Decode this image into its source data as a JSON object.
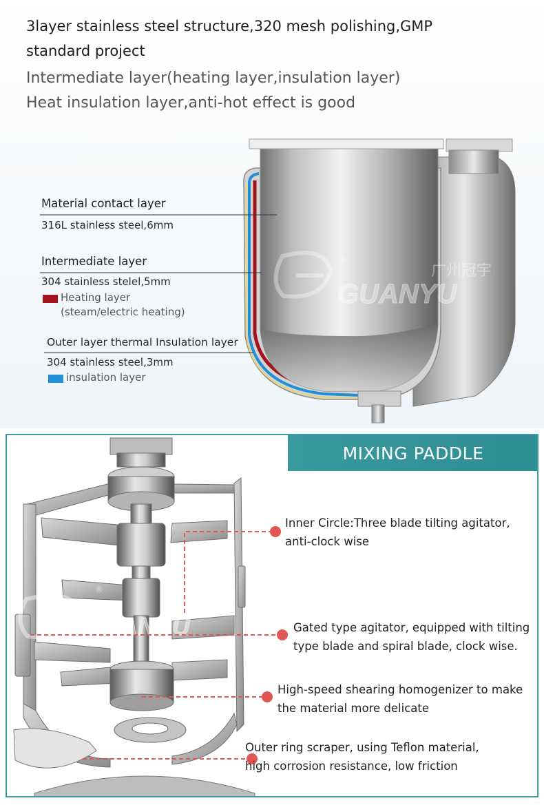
{
  "header": {
    "line1": "3layer stainless steel structure,320 mesh polishing,GMP",
    "line2": "standard project",
    "line3": "Intermediate layer(heating layer,insulation layer)",
    "line4": "Heat insulation layer,anti-hot effect is good"
  },
  "layers": {
    "material": {
      "title": "Material contact layer",
      "spec": "316L stainless steel,6mm"
    },
    "intermediate": {
      "title": "Intermediate layer",
      "spec": "304 stainless stelel,5mm",
      "legend_label": "Heating layer",
      "legend_note": "(steam/electric heating)"
    },
    "outer": {
      "title": "Outer layer thermal Insulation layer",
      "spec": "304 stainless steel,3mm",
      "legend_label": "insulation layer"
    }
  },
  "watermark": {
    "brand": "GUANYU",
    "chinese": "广州冠宇",
    "registered": "®"
  },
  "mixing": {
    "banner": "MIXING PADDLE",
    "annotations": [
      {
        "line1": "Inner Circle:Three blade tilting agitator,",
        "line2": "anti-clock wise"
      },
      {
        "line1": "Gated type agitator, equipped with tilting",
        "line2": "type blade and spiral blade, clock wise."
      },
      {
        "line1": "High-speed shearing homogenizer to make",
        "line2": "the material more delicate"
      },
      {
        "line1": "Outer ring scraper, using Teflon material,",
        "line2": "high corrosion resistance, low friction"
      }
    ]
  },
  "colors": {
    "heating": "#a3141c",
    "insulation": "#1f8fd6",
    "teal": "#3a9aa0",
    "callout": "#e25555"
  }
}
